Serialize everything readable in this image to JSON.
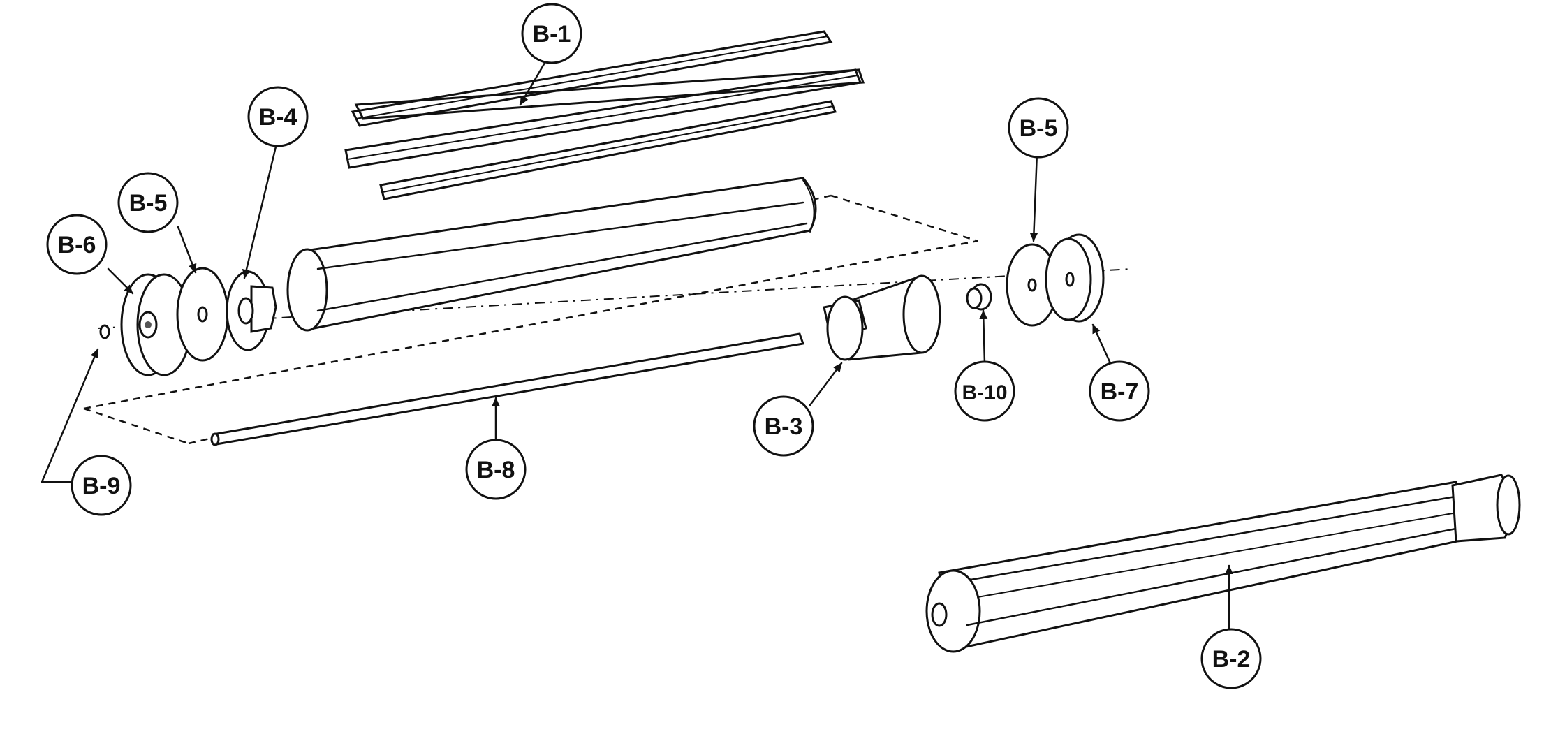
{
  "callouts": [
    {
      "id": "b1",
      "label": "B-1"
    },
    {
      "id": "b2",
      "label": "B-2"
    },
    {
      "id": "b3",
      "label": "B-3"
    },
    {
      "id": "b4",
      "label": "B-4"
    },
    {
      "id": "b5a",
      "label": "B-5"
    },
    {
      "id": "b5b",
      "label": "B-5"
    },
    {
      "id": "b6",
      "label": "B-6"
    },
    {
      "id": "b7",
      "label": "B-7"
    },
    {
      "id": "b8",
      "label": "B-8"
    },
    {
      "id": "b9",
      "label": "B-9"
    },
    {
      "id": "b10",
      "label": "B-10"
    }
  ]
}
